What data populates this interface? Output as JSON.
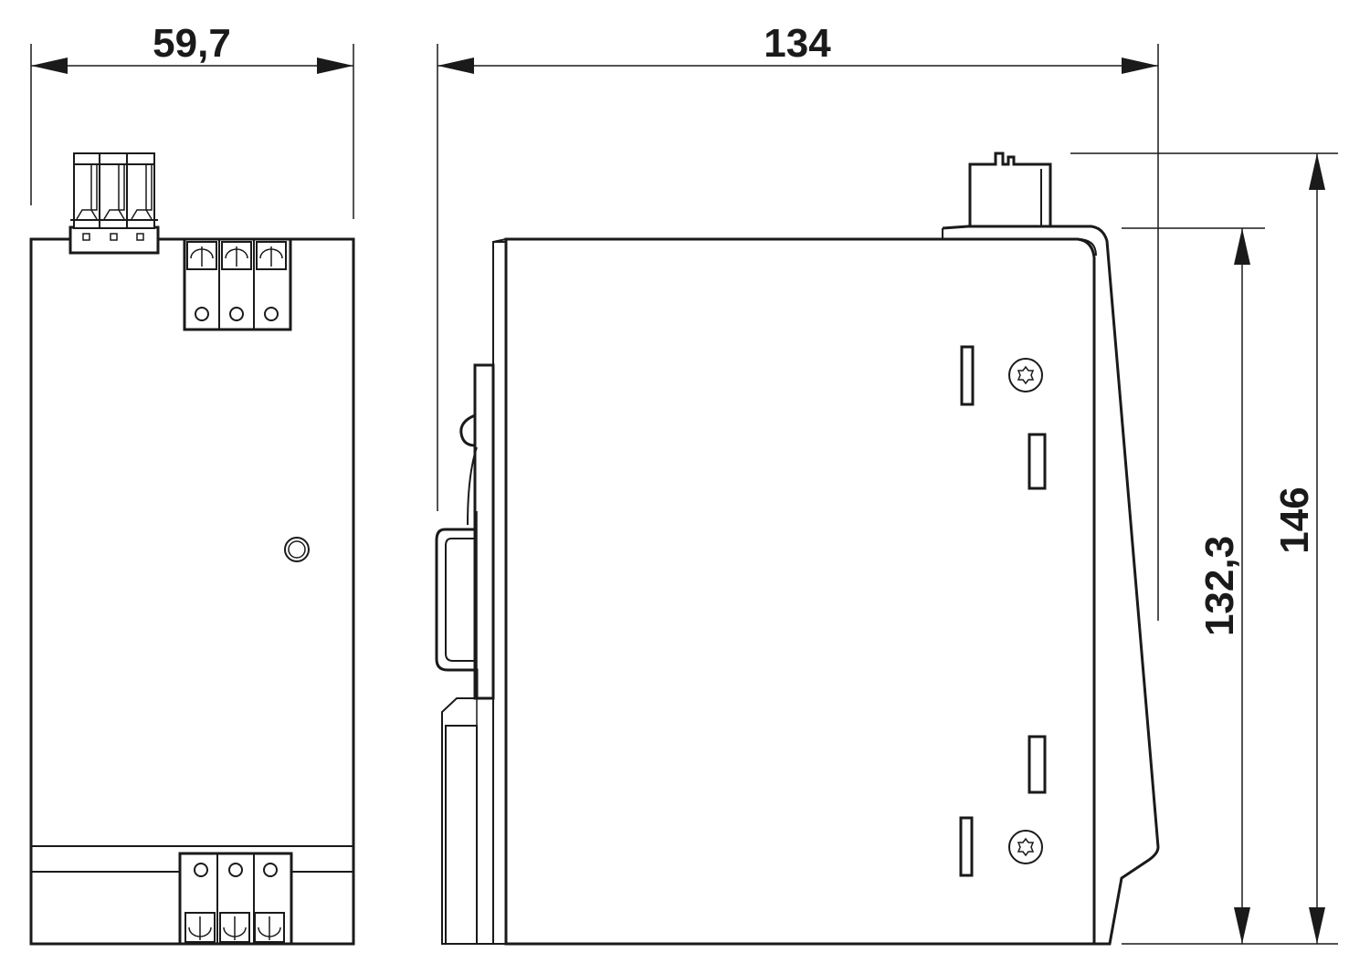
{
  "dimensions": {
    "width_front": "59,7",
    "depth": "134",
    "height_body": "132,3",
    "height_total": "146"
  }
}
